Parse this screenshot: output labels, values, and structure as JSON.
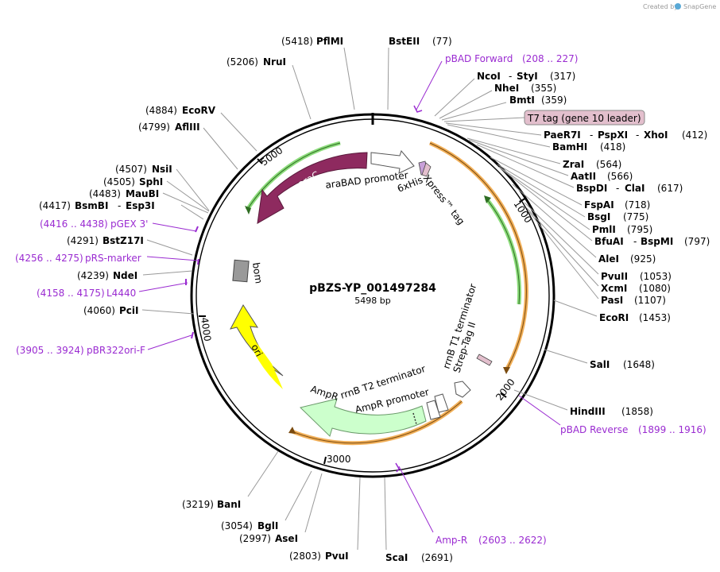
{
  "watermark": {
    "prefix": "Created by",
    "brand": "SnapGene"
  },
  "plasmid": {
    "name": "pBZS-YP_001497284",
    "length_label": "5498 bp",
    "total_bp": 5498
  },
  "ticks": [
    {
      "bp": 1000,
      "label": "1000"
    },
    {
      "bp": 2000,
      "label": "2000"
    },
    {
      "bp": 3000,
      "label": "3000"
    },
    {
      "bp": 4000,
      "label": "4000"
    },
    {
      "bp": 5000,
      "label": "5000"
    }
  ],
  "enzymes": [
    {
      "name": "BstEII",
      "pos": "(77)"
    },
    {
      "name": "NcoI",
      "name2": "StyI",
      "pos": "(317)"
    },
    {
      "name": "NheI",
      "pos": "(355)"
    },
    {
      "name": "BmtI",
      "pos": "(359)"
    },
    {
      "name": "PaeR7I",
      "name2": "PspXI",
      "name3": "XhoI",
      "pos": "(412)"
    },
    {
      "name": "BamHI",
      "pos": "(418)"
    },
    {
      "name": "ZraI",
      "pos": "(564)"
    },
    {
      "name": "AatII",
      "pos": "(566)"
    },
    {
      "name": "BspDI",
      "name2": "ClaI",
      "pos": "(617)"
    },
    {
      "name": "FspAI",
      "pos": "(718)"
    },
    {
      "name": "BsgI",
      "pos": "(775)"
    },
    {
      "name": "PmlI",
      "pos": "(795)"
    },
    {
      "name": "BfuAI",
      "name2": "BspMI",
      "pos": "(797)"
    },
    {
      "name": "AleI",
      "pos": "(925)"
    },
    {
      "name": "PvuII",
      "pos": "(1053)"
    },
    {
      "name": "XcmI",
      "pos": "(1080)"
    },
    {
      "name": "PasI",
      "pos": "(1107)"
    },
    {
      "name": "EcoRI",
      "pos": "(1453)"
    },
    {
      "name": "SalI",
      "pos": "(1648)"
    },
    {
      "name": "HindIII",
      "pos": "(1858)"
    },
    {
      "name": "ScaI",
      "pos": "(2691)"
    },
    {
      "name": "PvuI",
      "pos": "(2803)"
    },
    {
      "name": "AseI",
      "pos": "(2997)"
    },
    {
      "name": "BglI",
      "pos": "(3054)"
    },
    {
      "name": "BanI",
      "pos": "(3219)"
    },
    {
      "name": "PciI",
      "pos": "(4060)"
    },
    {
      "name": "NdeI",
      "pos": "(4239)"
    },
    {
      "name": "BstZ17I",
      "pos": "(4291)"
    },
    {
      "name": "BsmBI",
      "name2": "Esp3I",
      "pos": "(4417)"
    },
    {
      "name": "MauBI",
      "pos": "(4483)"
    },
    {
      "name": "SphI",
      "pos": "(4505)"
    },
    {
      "name": "NsiI",
      "pos": "(4507)"
    },
    {
      "name": "AflIII",
      "pos": "(4799)"
    },
    {
      "name": "EcoRV",
      "pos": "(4884)"
    },
    {
      "name": "NruI",
      "pos": "(5206)"
    },
    {
      "name": "PflMI",
      "pos": "(5418)"
    }
  ],
  "primers": [
    {
      "name": "pBAD Forward",
      "range": "(208 .. 227)"
    },
    {
      "name": "pBAD Reverse",
      "range": "(1899 .. 1916)"
    },
    {
      "name": "Amp-R",
      "range": "(2603 .. 2622)"
    },
    {
      "name": "pBR322ori-F",
      "range": "(3905 .. 3924)"
    },
    {
      "name": "L4440",
      "range": "(4158 .. 4175)"
    },
    {
      "name": "pRS-marker",
      "range": "(4256 .. 4275)"
    },
    {
      "name": "pGEX 3'",
      "range": "(4416 .. 4438)"
    }
  ],
  "callout": {
    "label": "T7 tag (gene 10 leader)"
  },
  "features": {
    "araC": "araC",
    "araBAD_promoter": "araBAD promoter",
    "his": "6xHis",
    "xpress": "Xpress™ tag",
    "rrnB_T1": "rrnB T1 terminator",
    "strep": "Strep-Tag II",
    "rrnB_T2": "rrnB T2 terminator",
    "ampr_promoter": "AmpR promoter",
    "ampr": "AmpR",
    "ori": "ori",
    "bom": "bom"
  },
  "colors": {
    "araC": "#8e2a5f",
    "ori": "#ffff00",
    "ampr": "#ccffcc",
    "green_line": "#33aa22",
    "orange_line": "#f0a23c",
    "primer": "#9a2bd1",
    "t7tag_bg": "#e3bfcd",
    "bom": "#999999"
  }
}
